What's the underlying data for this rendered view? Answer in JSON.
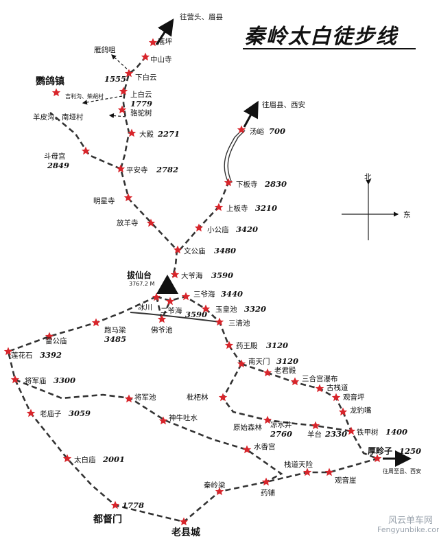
{
  "title": "秦岭太白徒步线",
  "compass": {
    "north": "北",
    "east": "东"
  },
  "peak": {
    "name": "拔仙台",
    "elevation": "3767.2 M"
  },
  "watermark": {
    "cn": "风云单车网",
    "en": "Fengyunbike.com"
  },
  "direction_labels": {
    "to_yingtou": "往营头、眉县",
    "yanlingmao": "雁鸽咀",
    "to_meixian_xian": "往眉县、西安",
    "to_jili": "吉利沟、柴胡村",
    "to_yangpigou": "羊皮沟、南垭村",
    "to_zhouzhi": "往周至县、西安"
  },
  "places": {
    "manping": "蒿坪",
    "zhongshan": "中山寺",
    "xiabaiyun": "下白云",
    "shangbaiyun": "上白云",
    "luotuoshu": "骆驼树",
    "dadian": "大殿",
    "doumugong": "斗母宫",
    "pinganshi": "平安寺",
    "mingxingsi": "明星寺",
    "fangyangsi": "放羊寺",
    "wengongmiao": "文公庙",
    "dayehai": "大爷海",
    "tangyu": "汤峪",
    "xiabansi": "下板寺",
    "shangbansi": "上板寺",
    "xiaogongmiao": "小公庙",
    "bingchuan": "冰川",
    "eryehai": "二爷海",
    "sanyehai": "三爷海",
    "yuhuangchi": "玉皇池",
    "sanqingchi": "三清池",
    "foyechi": "佛爷池",
    "paomaliang": "跑马梁",
    "leigongmiao": "雷公庙",
    "lianhuashi": "莲花石",
    "yaowangdian": "药王殿",
    "nantianmen": "南天门",
    "laojundian": "老君殿",
    "sanhegong": "三合宫瀑布",
    "guzhandao": "古栈道",
    "guanyinping": "观音坪",
    "longbaozui": "龙豹嘴",
    "tiejiashu": "铁甲树",
    "houzhenzi": "厚畛子",
    "jiangjunmiao": "将军庙",
    "jiangjunchi": "将军池",
    "pipalin": "枇杷林",
    "yuanshisenlin": "原始森林",
    "liangshuijing": "凉水井",
    "yangtai": "羊台",
    "niushuishui": "神牛吐水",
    "laomiaozi": "老庙子",
    "shuixianggong": "水香宫",
    "taibaimiao": "太白庙",
    "zhandaotianxian": "栈道天险",
    "guanyinya": "观音崖",
    "qinlingliang": "秦岭梁",
    "yaopu": "药铺",
    "dudumen": "都督门",
    "laoxiancheng": "老县城",
    "yingezhen": "鹦鸽镇"
  },
  "elevations": {
    "xiabaiyun": "1555",
    "shangbaiyun": "1779",
    "dadian": "2271",
    "doumugong": "2849",
    "pinganshi": "2782",
    "wengongmiao": "3480",
    "dayehai": "3590",
    "tangyu": "700",
    "xiabansi": "2830",
    "shangbansi": "3210",
    "xiaogongmiao": "3420",
    "sanyehai": "3440",
    "yuhuangchi": "3320",
    "eryehai": "3590",
    "paomaliang": "3485",
    "lianhuashi": "3392",
    "yaowangdian": "3120",
    "nantianmen": "3120",
    "tiejiashu": "1400",
    "houzhenzi": "1250",
    "jiangjunmiao": "3300",
    "liangshuijing": "2760",
    "yangtai": "2330",
    "laomiaozi": "3059",
    "taibaimiao": "2001",
    "dudumen": "1778"
  },
  "colors": {
    "route": "#333333",
    "star": "#d8252b",
    "text": "#111111",
    "watermark": "#9aa3ad"
  }
}
